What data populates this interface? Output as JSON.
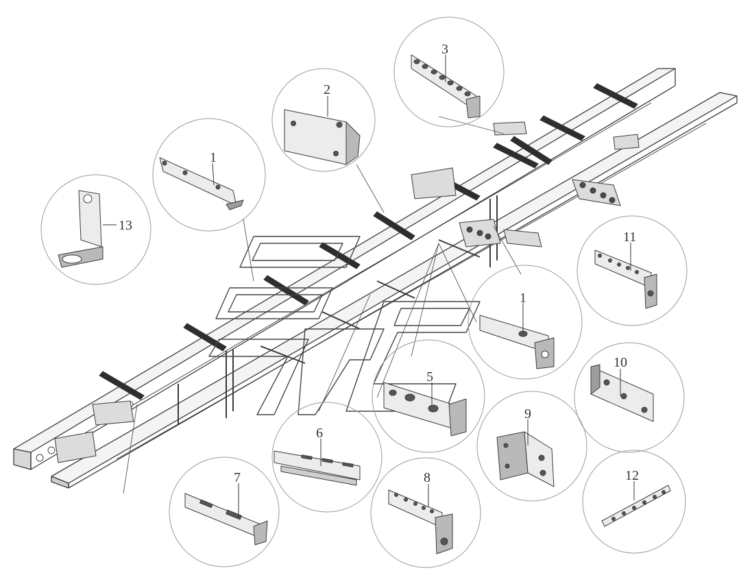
{
  "colors": {
    "line": "#3a3a3a",
    "part_fill": "#ececec",
    "part_shadow": "#b9b9b9",
    "part_dark": "#5a5a5a",
    "circle_stroke": "#9a9a9a",
    "watermark": "#444444"
  },
  "watermark": {
    "icon": "company-logo-watermark"
  },
  "callouts": [
    {
      "id": "1a",
      "label": "1"
    },
    {
      "id": "2",
      "label": "2"
    },
    {
      "id": "3",
      "label": "3"
    },
    {
      "id": "13",
      "label": "13"
    },
    {
      "id": "11",
      "label": "11"
    },
    {
      "id": "1b",
      "label": "1"
    },
    {
      "id": "10",
      "label": "10"
    },
    {
      "id": "5",
      "label": "5"
    },
    {
      "id": "9",
      "label": "9"
    },
    {
      "id": "6",
      "label": "6"
    },
    {
      "id": "8",
      "label": "8"
    },
    {
      "id": "12",
      "label": "12"
    },
    {
      "id": "7",
      "label": "7"
    }
  ]
}
